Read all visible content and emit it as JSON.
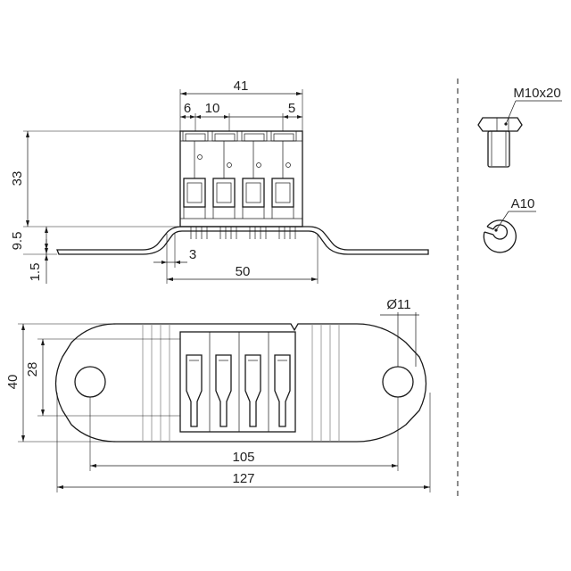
{
  "drawing": {
    "side_view": {
      "width_overall": "41",
      "pitch_left": "6",
      "pitch_spacing": "10",
      "pitch_right": "5",
      "height": "33",
      "offset_vertical": "9.5",
      "plate_thickness": "1.5",
      "offset_small": "3",
      "base_width": "50"
    },
    "top_view": {
      "hole_diameter": "Ø11",
      "height_overall": "40",
      "height_inner": "28",
      "hole_spacing": "105",
      "length_overall": "127"
    },
    "parts": {
      "bolt_label": "M10x20",
      "washer_label": "A10"
    }
  }
}
